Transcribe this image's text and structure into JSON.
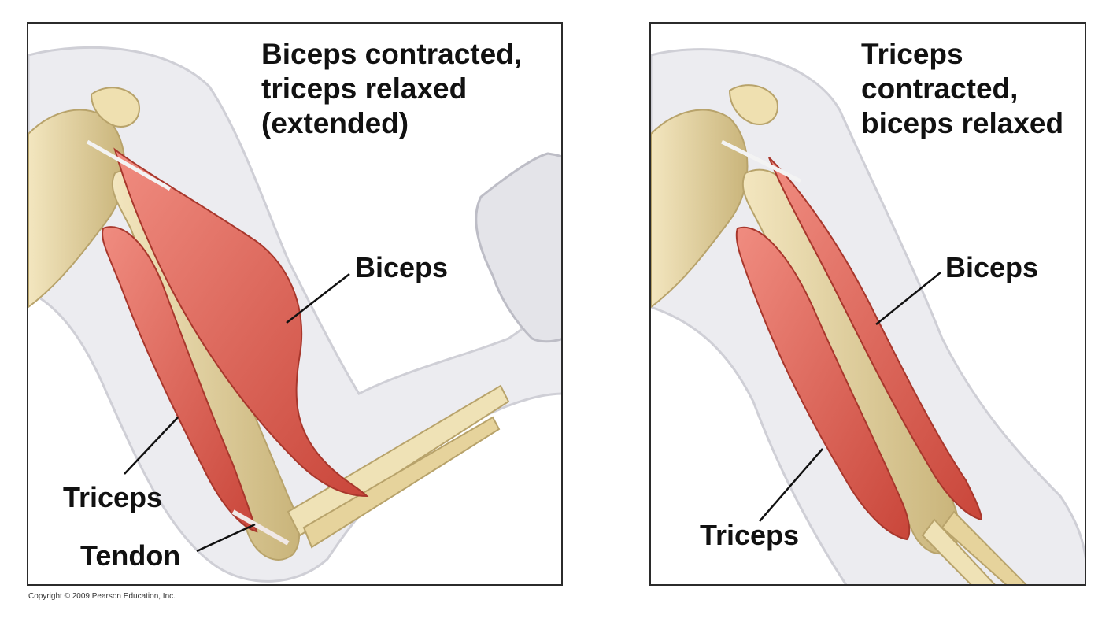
{
  "panels": {
    "left": {
      "title": "Biceps contracted,\ntriceps relaxed\n(extended)",
      "labels": {
        "biceps": "Biceps",
        "triceps": "Triceps",
        "tendon": "Tendon"
      }
    },
    "right": {
      "title": "Triceps\ncontracted,\nbiceps relaxed",
      "labels": {
        "biceps": "Biceps",
        "triceps": "Triceps"
      }
    }
  },
  "copyright": "Copyright © 2009 Pearson Education, Inc.",
  "colors": {
    "muscle": "#e06a5e",
    "muscle_dark": "#c2483c",
    "bone": "#ead9a8",
    "bone_shadow": "#c9b47a",
    "skin": "#e9e9ee",
    "skin_edge": "#c9c9d0"
  }
}
